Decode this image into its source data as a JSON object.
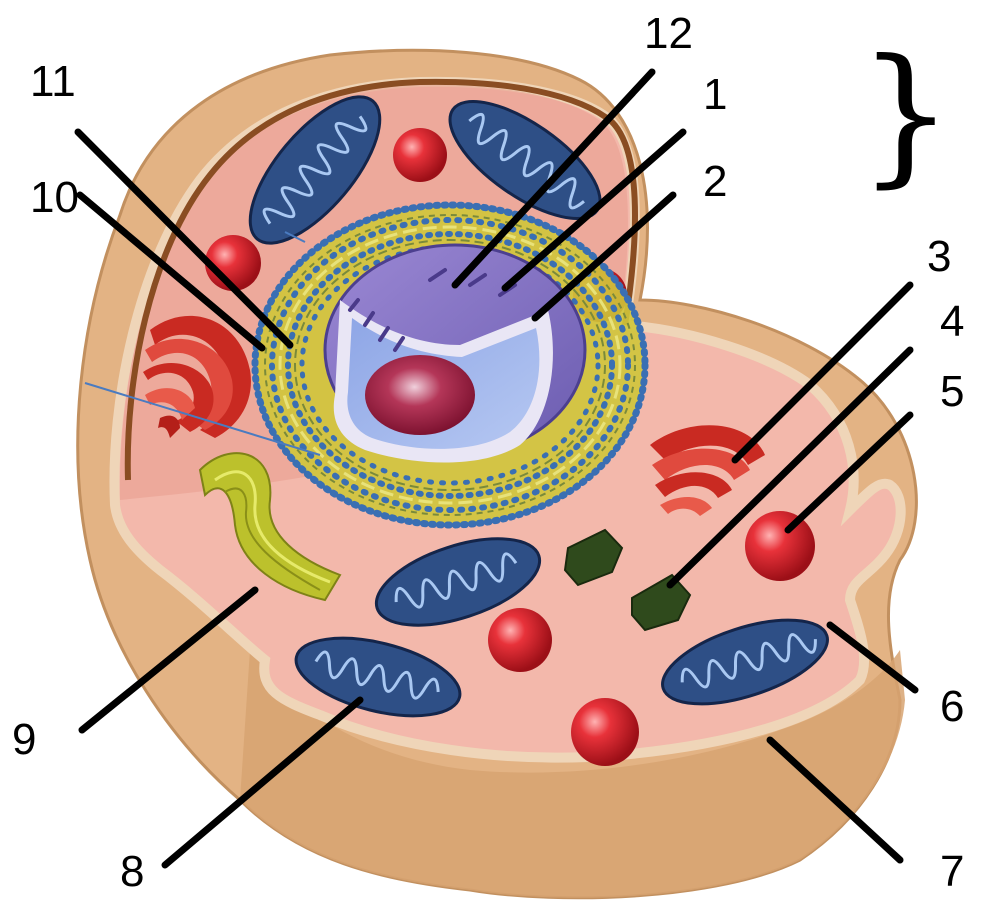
{
  "labels": {
    "l1": "1",
    "l2": "2",
    "l3": "3",
    "l4": "4",
    "l5": "5",
    "l6": "6",
    "l7": "7",
    "l8": "8",
    "l9": "9",
    "l10": "10",
    "l11": "11",
    "l12": "12"
  },
  "brace": "}",
  "colors": {
    "outer_membrane": "#e6b98c",
    "cytoplasm": "#f2b0a4",
    "mitochondria": "#2e4f86",
    "lysosome": "#d8232a",
    "golgi": "#d93a2e",
    "rough_er": "#cfc53a",
    "ribosome": "#3a6fb3",
    "nucleus": "#9a9ad8",
    "nucleolus": "#a51e3c",
    "smooth_er": "#c8c83a",
    "centriole": "#2f4a1c"
  }
}
